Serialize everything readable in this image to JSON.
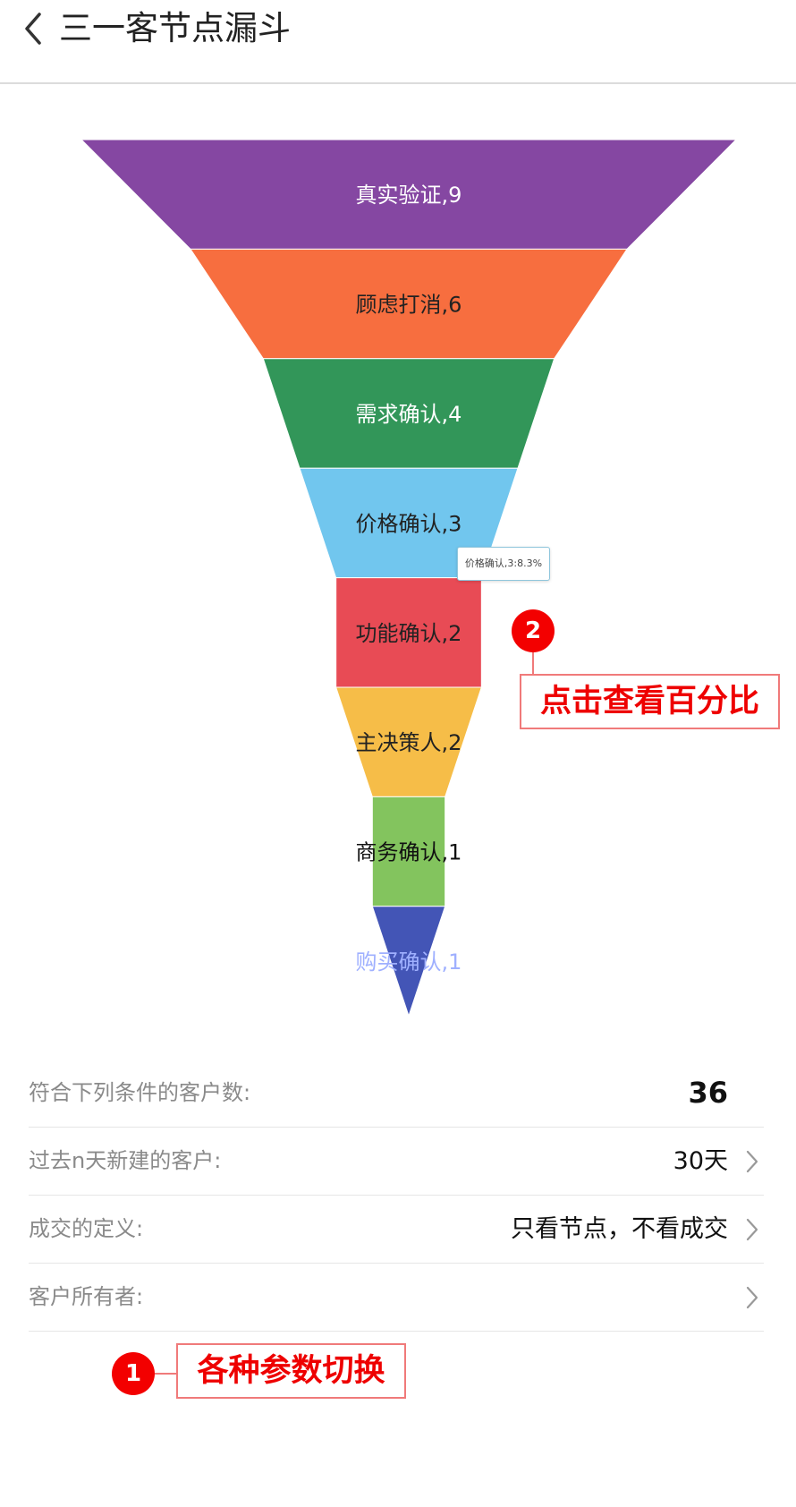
{
  "header": {
    "title": "三一客节点漏斗"
  },
  "chart_data": {
    "type": "funnel",
    "categories": [
      "真实验证",
      "顾虑打消",
      "需求确认",
      "价格确认",
      "功能确认",
      "主决策人",
      "商务确认",
      "购买确认"
    ],
    "values": [
      9,
      6,
      4,
      3,
      2,
      2,
      1,
      1
    ],
    "labels": [
      "真实验证,9",
      "顾虑打消,6",
      "需求确认,4",
      "价格确认,3",
      "功能确认,2",
      "主决策人,2",
      "商务确认,1",
      "购买确认,1"
    ],
    "colors": [
      "#8547a2",
      "#f76e3f",
      "#329659",
      "#71c6ee",
      "#e84b55",
      "#f6bd48",
      "#83c45e",
      "#4355b6"
    ],
    "label_colors": [
      "#ffffff",
      "#222222",
      "#ffffff",
      "#222222",
      "#222222",
      "#222222",
      "#111111",
      "#9fb0ff"
    ],
    "tooltip": "价格确认,3:8.3%"
  },
  "annotations": {
    "a2": {
      "number": "2",
      "text": "点击查看百分比"
    },
    "a1": {
      "number": "1",
      "text": "各种参数切换"
    }
  },
  "rows": [
    {
      "label": "符合下列条件的客户数:",
      "value": "36"
    },
    {
      "label": "过去n天新建的客户:",
      "value": "30天"
    },
    {
      "label": "成交的定义:",
      "value": "只看节点，不看成交"
    },
    {
      "label": "客户所有者:",
      "value": ""
    }
  ]
}
